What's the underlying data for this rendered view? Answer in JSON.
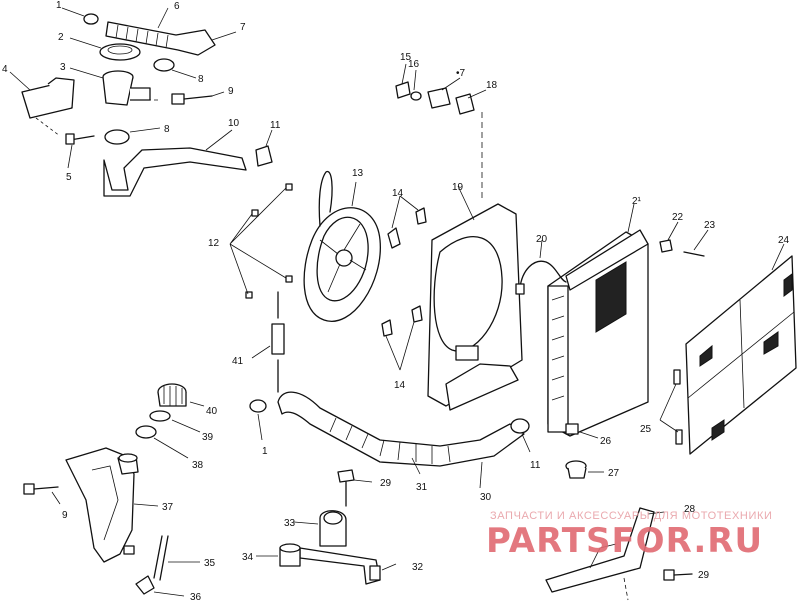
{
  "callouts": [
    {
      "id": "c1a",
      "text": "1"
    },
    {
      "id": "c6",
      "text": "6"
    },
    {
      "id": "c7a",
      "text": "7"
    },
    {
      "id": "c2",
      "text": "2"
    },
    {
      "id": "c4",
      "text": "4"
    },
    {
      "id": "c3",
      "text": "3"
    },
    {
      "id": "c8a",
      "text": "8"
    },
    {
      "id": "c9a",
      "text": "9"
    },
    {
      "id": "c8b",
      "text": "8"
    },
    {
      "id": "c10",
      "text": "10"
    },
    {
      "id": "c11a",
      "text": "11"
    },
    {
      "id": "c5",
      "text": "5"
    },
    {
      "id": "c15",
      "text": "15"
    },
    {
      "id": "c16",
      "text": "16"
    },
    {
      "id": "c7b",
      "text": "•7"
    },
    {
      "id": "c18",
      "text": "18"
    },
    {
      "id": "c13",
      "text": "13"
    },
    {
      "id": "c14a",
      "text": "14"
    },
    {
      "id": "c19",
      "text": "19"
    },
    {
      "id": "c12",
      "text": "12"
    },
    {
      "id": "c21",
      "text": "2¹"
    },
    {
      "id": "c22",
      "text": "22"
    },
    {
      "id": "c23",
      "text": "23"
    },
    {
      "id": "c24",
      "text": "24"
    },
    {
      "id": "c20",
      "text": "20"
    },
    {
      "id": "c41",
      "text": "41"
    },
    {
      "id": "c14b",
      "text": "14"
    },
    {
      "id": "c40",
      "text": "40"
    },
    {
      "id": "c39",
      "text": "39"
    },
    {
      "id": "c38",
      "text": "38"
    },
    {
      "id": "c1b",
      "text": "1"
    },
    {
      "id": "c25",
      "text": "25"
    },
    {
      "id": "c26",
      "text": "26"
    },
    {
      "id": "c11b",
      "text": "11"
    },
    {
      "id": "c27",
      "text": "27"
    },
    {
      "id": "c31",
      "text": "31"
    },
    {
      "id": "c29a",
      "text": "29"
    },
    {
      "id": "c9b",
      "text": "9"
    },
    {
      "id": "c37",
      "text": "37"
    },
    {
      "id": "c30",
      "text": "30"
    },
    {
      "id": "c28",
      "text": "28"
    },
    {
      "id": "c33",
      "text": "33"
    },
    {
      "id": "c34",
      "text": "34"
    },
    {
      "id": "c35",
      "text": "35"
    },
    {
      "id": "c32",
      "text": "32"
    },
    {
      "id": "c29b",
      "text": "29"
    },
    {
      "id": "c36",
      "text": "36"
    }
  ],
  "watermark": {
    "tagline": "ЗАПЧАСТИ И АКСЕССУАРЫ ДЛЯ МОТОТЕХНИКИ",
    "brand": "PARTSFOR.RU",
    "color_light": "#e8a0a6",
    "color_strong": "#e06a72"
  }
}
